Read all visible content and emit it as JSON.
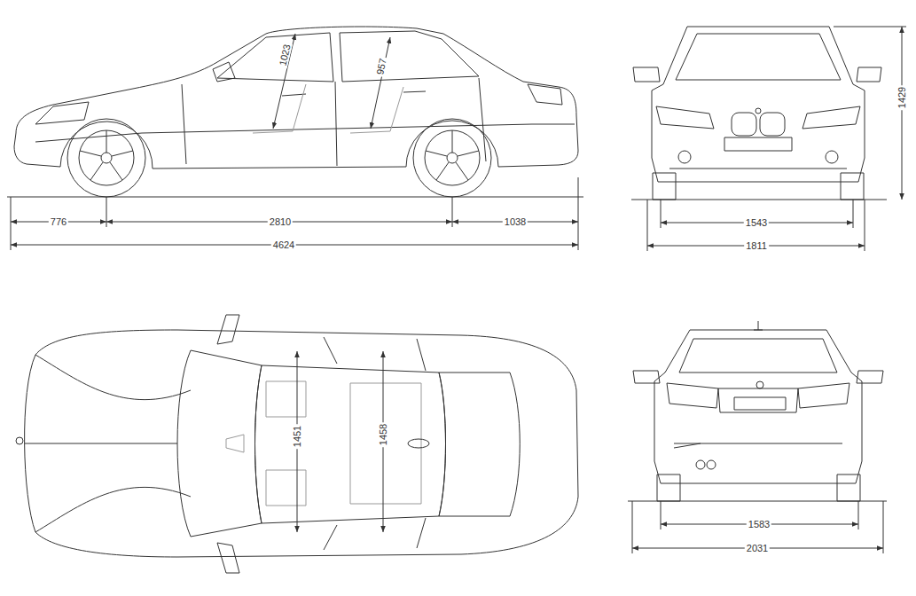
{
  "diagram": {
    "labels": [
      "1023",
      "957",
      "776",
      "2810",
      "1038",
      "4624",
      "1429",
      "1543",
      "1811",
      "1451",
      "1458",
      "1583",
      "2031"
    ]
  }
}
